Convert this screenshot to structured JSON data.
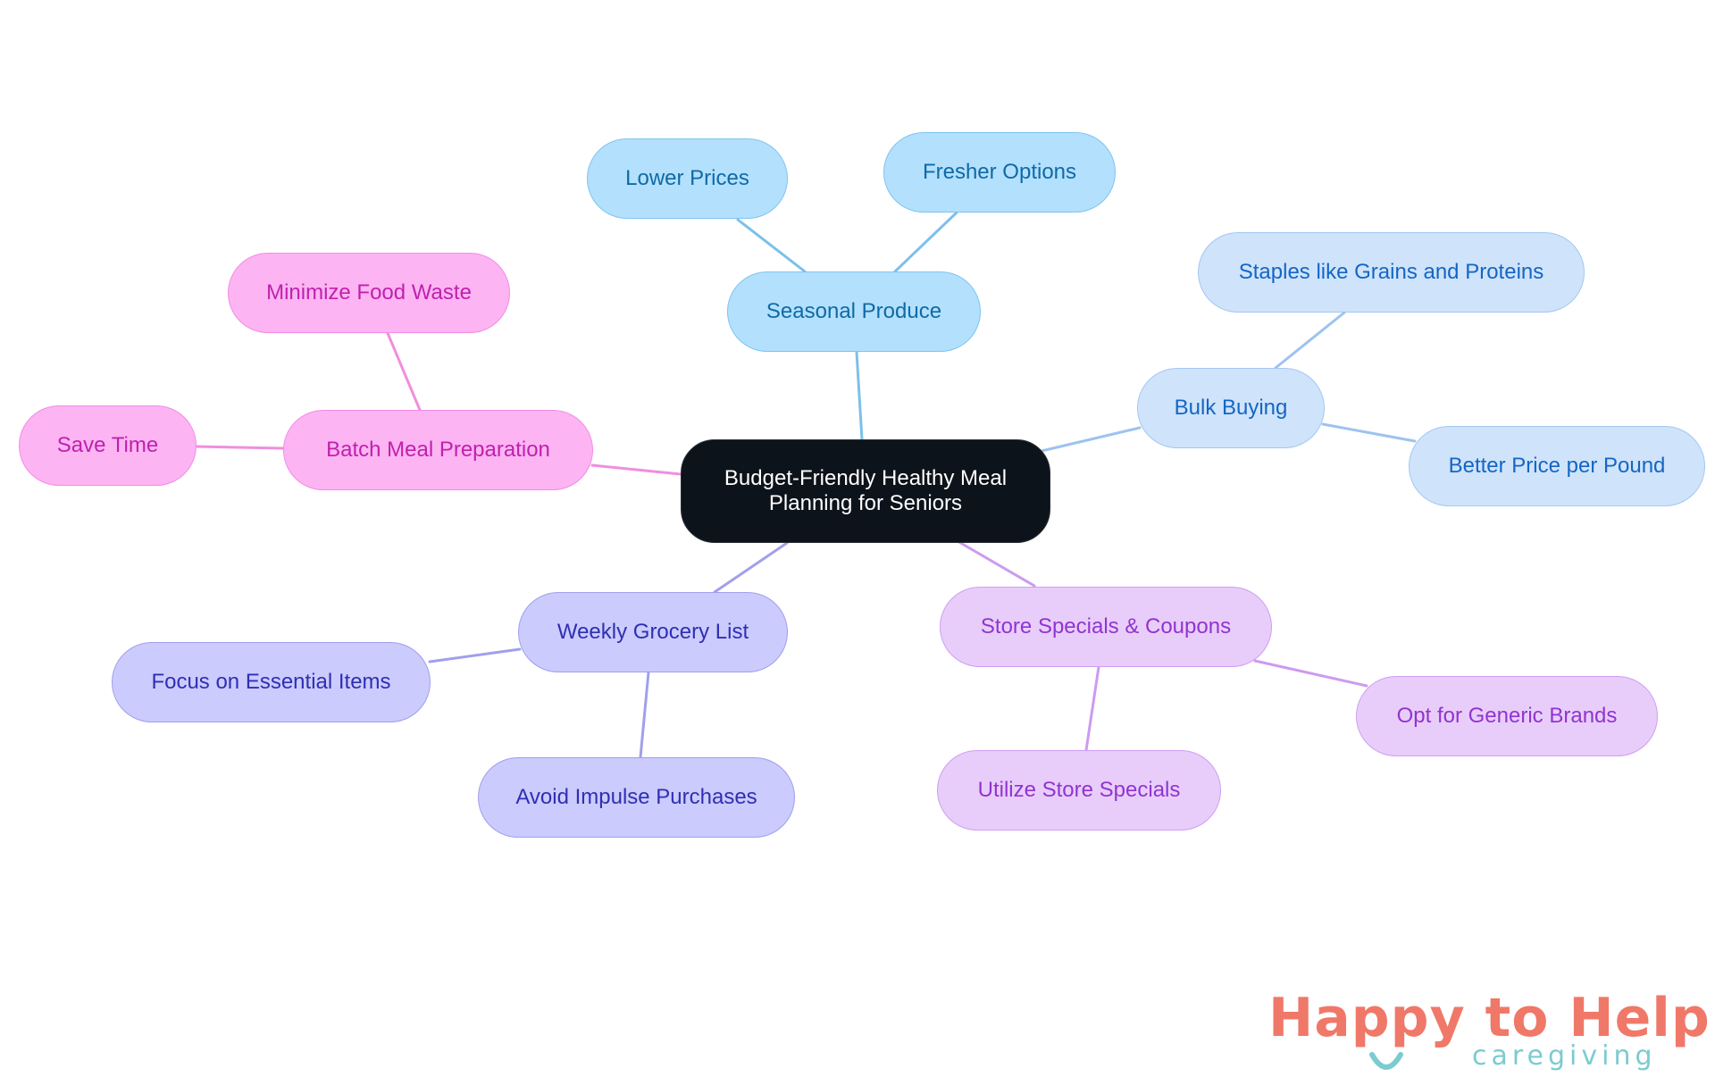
{
  "diagram": {
    "type": "mind-map",
    "root": {
      "id": "root",
      "label": "Budget-Friendly Healthy Meal Planning for Seniors",
      "fill": "#0d131a",
      "stroke": "#2a2f36",
      "text": "#ffffff"
    },
    "branches": [
      {
        "id": "seasonal",
        "label": "Seasonal Produce",
        "fill": "#b3e0fd",
        "stroke": "#7fc4f0",
        "text": "#0f6aa6",
        "line": "#7cc0ea",
        "children": [
          {
            "id": "seasonal-1",
            "label": "Lower Prices"
          },
          {
            "id": "seasonal-2",
            "label": "Fresher Options"
          }
        ]
      },
      {
        "id": "bulk",
        "label": "Bulk Buying",
        "fill": "#cfe3fb",
        "stroke": "#a3c8f1",
        "text": "#1466c4",
        "line": "#9cc3ee",
        "children": [
          {
            "id": "bulk-1",
            "label": "Staples like Grains and Proteins"
          },
          {
            "id": "bulk-2",
            "label": "Better Price per Pound"
          }
        ]
      },
      {
        "id": "store",
        "label": "Store Specials & Coupons",
        "fill": "#e8cdfa",
        "stroke": "#cf9ef2",
        "text": "#9134d0",
        "line": "#cc9bf0",
        "children": [
          {
            "id": "store-1",
            "label": "Opt for Generic Brands"
          },
          {
            "id": "store-2",
            "label": "Utilize Store Specials"
          }
        ]
      },
      {
        "id": "weekly",
        "label": "Weekly Grocery List",
        "fill": "#cbcbfd",
        "stroke": "#9f9fef",
        "text": "#2f2fb4",
        "line": "#a0a0ec",
        "children": [
          {
            "id": "weekly-1",
            "label": "Focus on Essential Items"
          },
          {
            "id": "weekly-2",
            "label": "Avoid Impulse Purchases"
          }
        ]
      },
      {
        "id": "batch",
        "label": "Batch Meal Preparation",
        "fill": "#fdb4f3",
        "stroke": "#f28ce4",
        "text": "#c021ad",
        "line": "#f08ede",
        "children": [
          {
            "id": "batch-1",
            "label": "Minimize Food Waste"
          },
          {
            "id": "batch-2",
            "label": "Save Time"
          }
        ]
      }
    ]
  },
  "logo": {
    "name": "Happy to Help",
    "tagline": "caregiving",
    "primary_color": "#f07868",
    "secondary_color": "#7ccbd0"
  }
}
